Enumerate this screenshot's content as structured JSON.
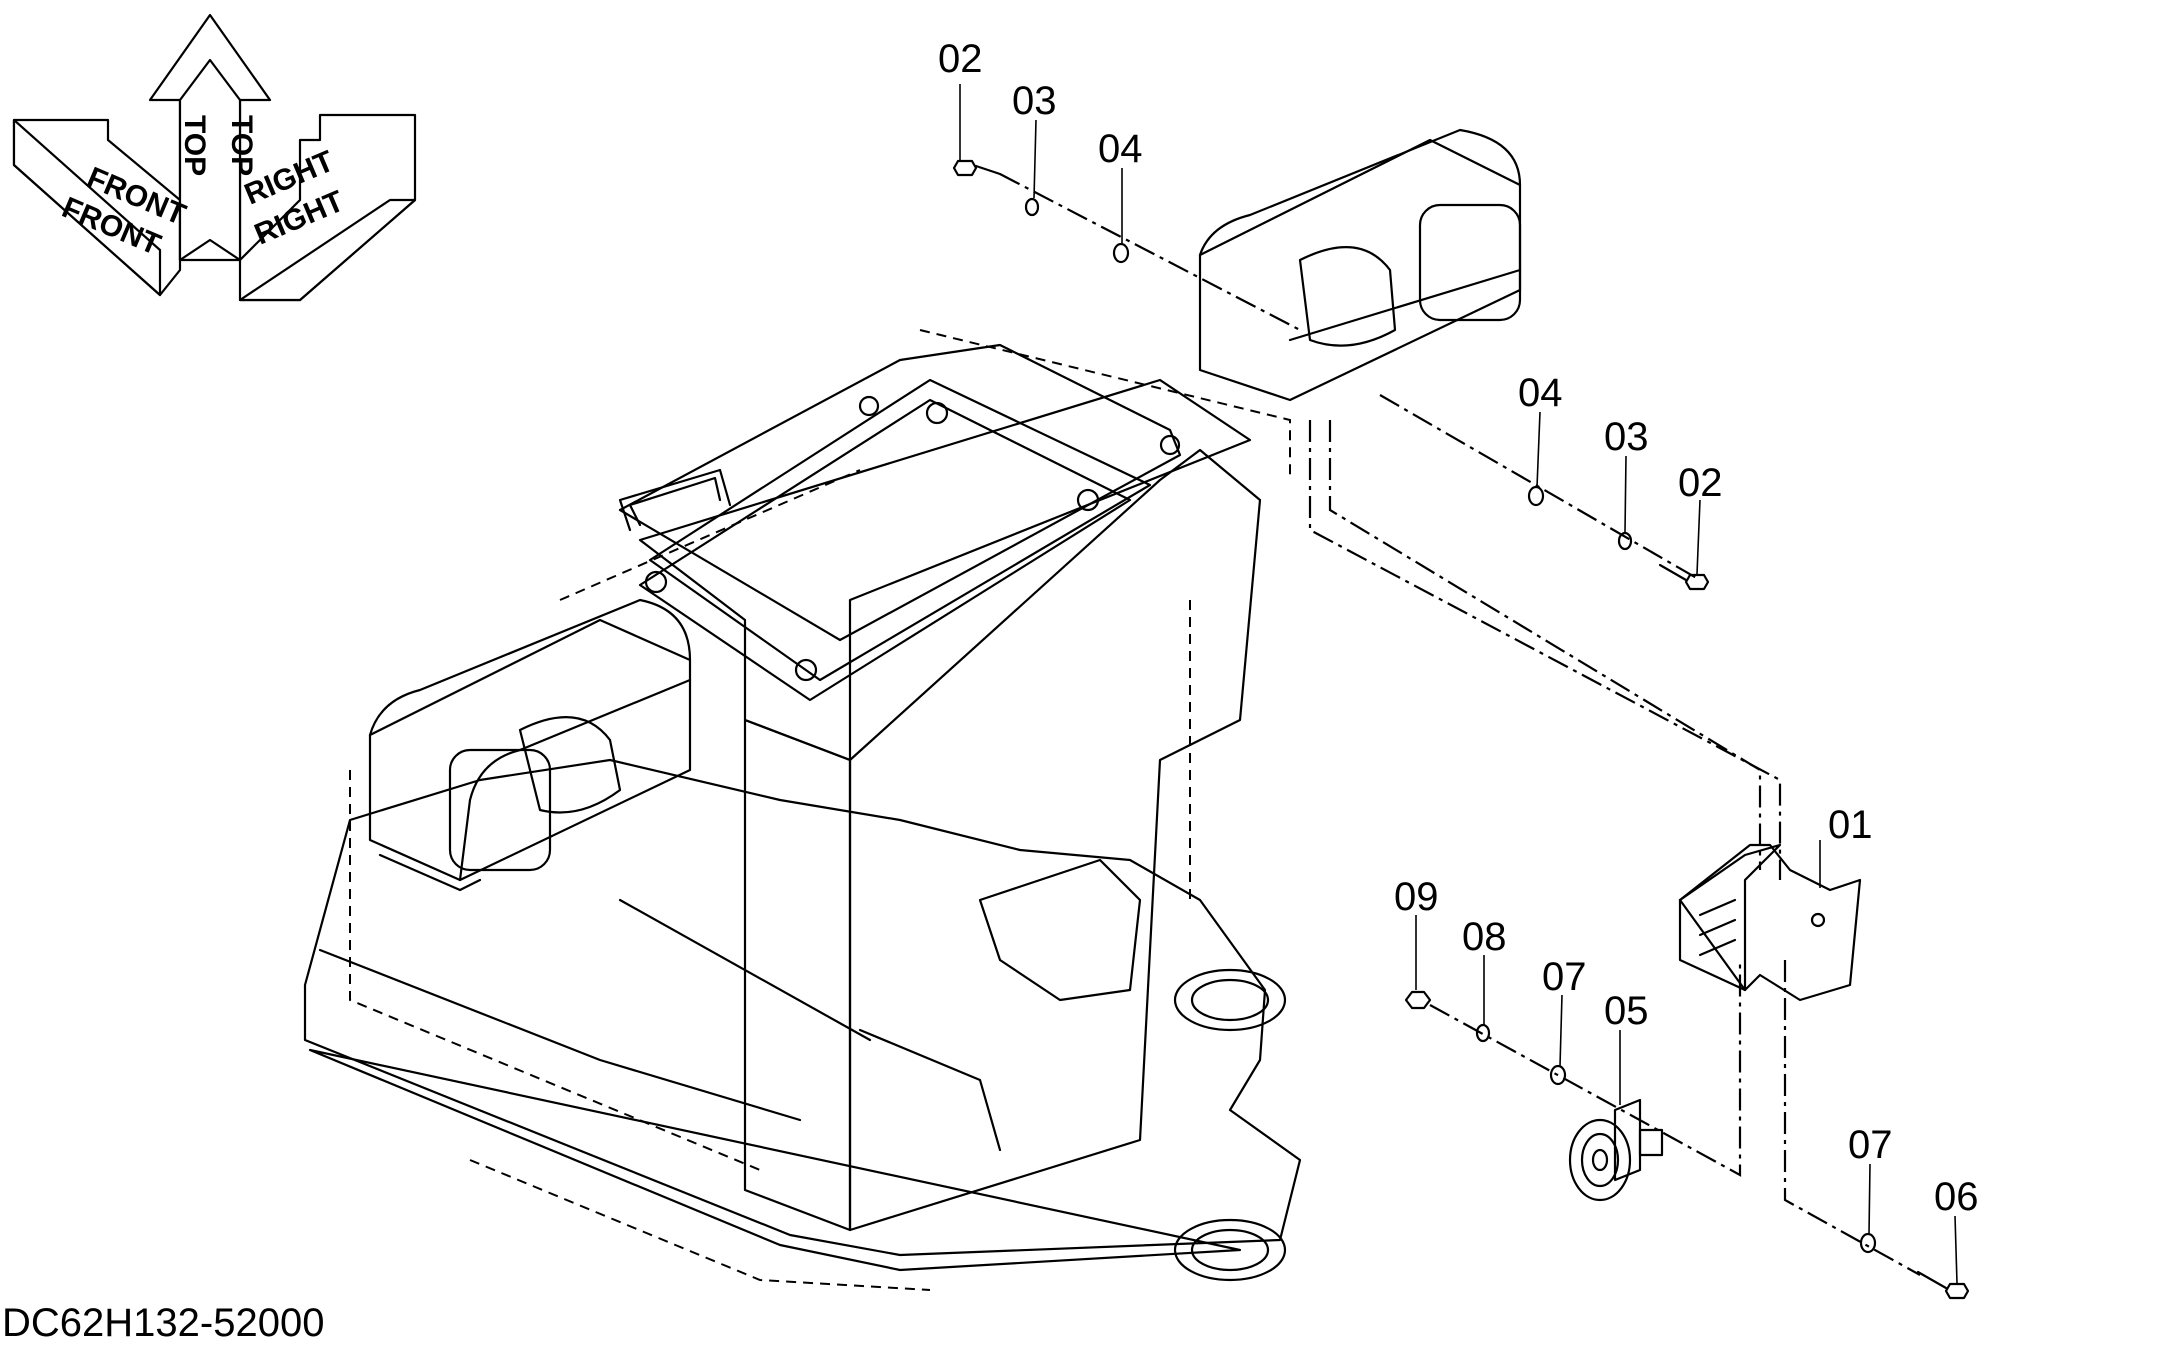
{
  "orientation_indicator": {
    "front_label": "FRONT",
    "top_label": "TOP",
    "right_label": "RIGHT"
  },
  "callouts": {
    "c01": "01",
    "c02a": "02",
    "c03a": "03",
    "c04a": "04",
    "c04b": "04",
    "c03b": "03",
    "c02b": "02",
    "c05": "05",
    "c06": "06",
    "c07a": "07",
    "c07b": "07",
    "c08": "08",
    "c09": "09"
  },
  "drawing_code": "DC62H132-52000"
}
